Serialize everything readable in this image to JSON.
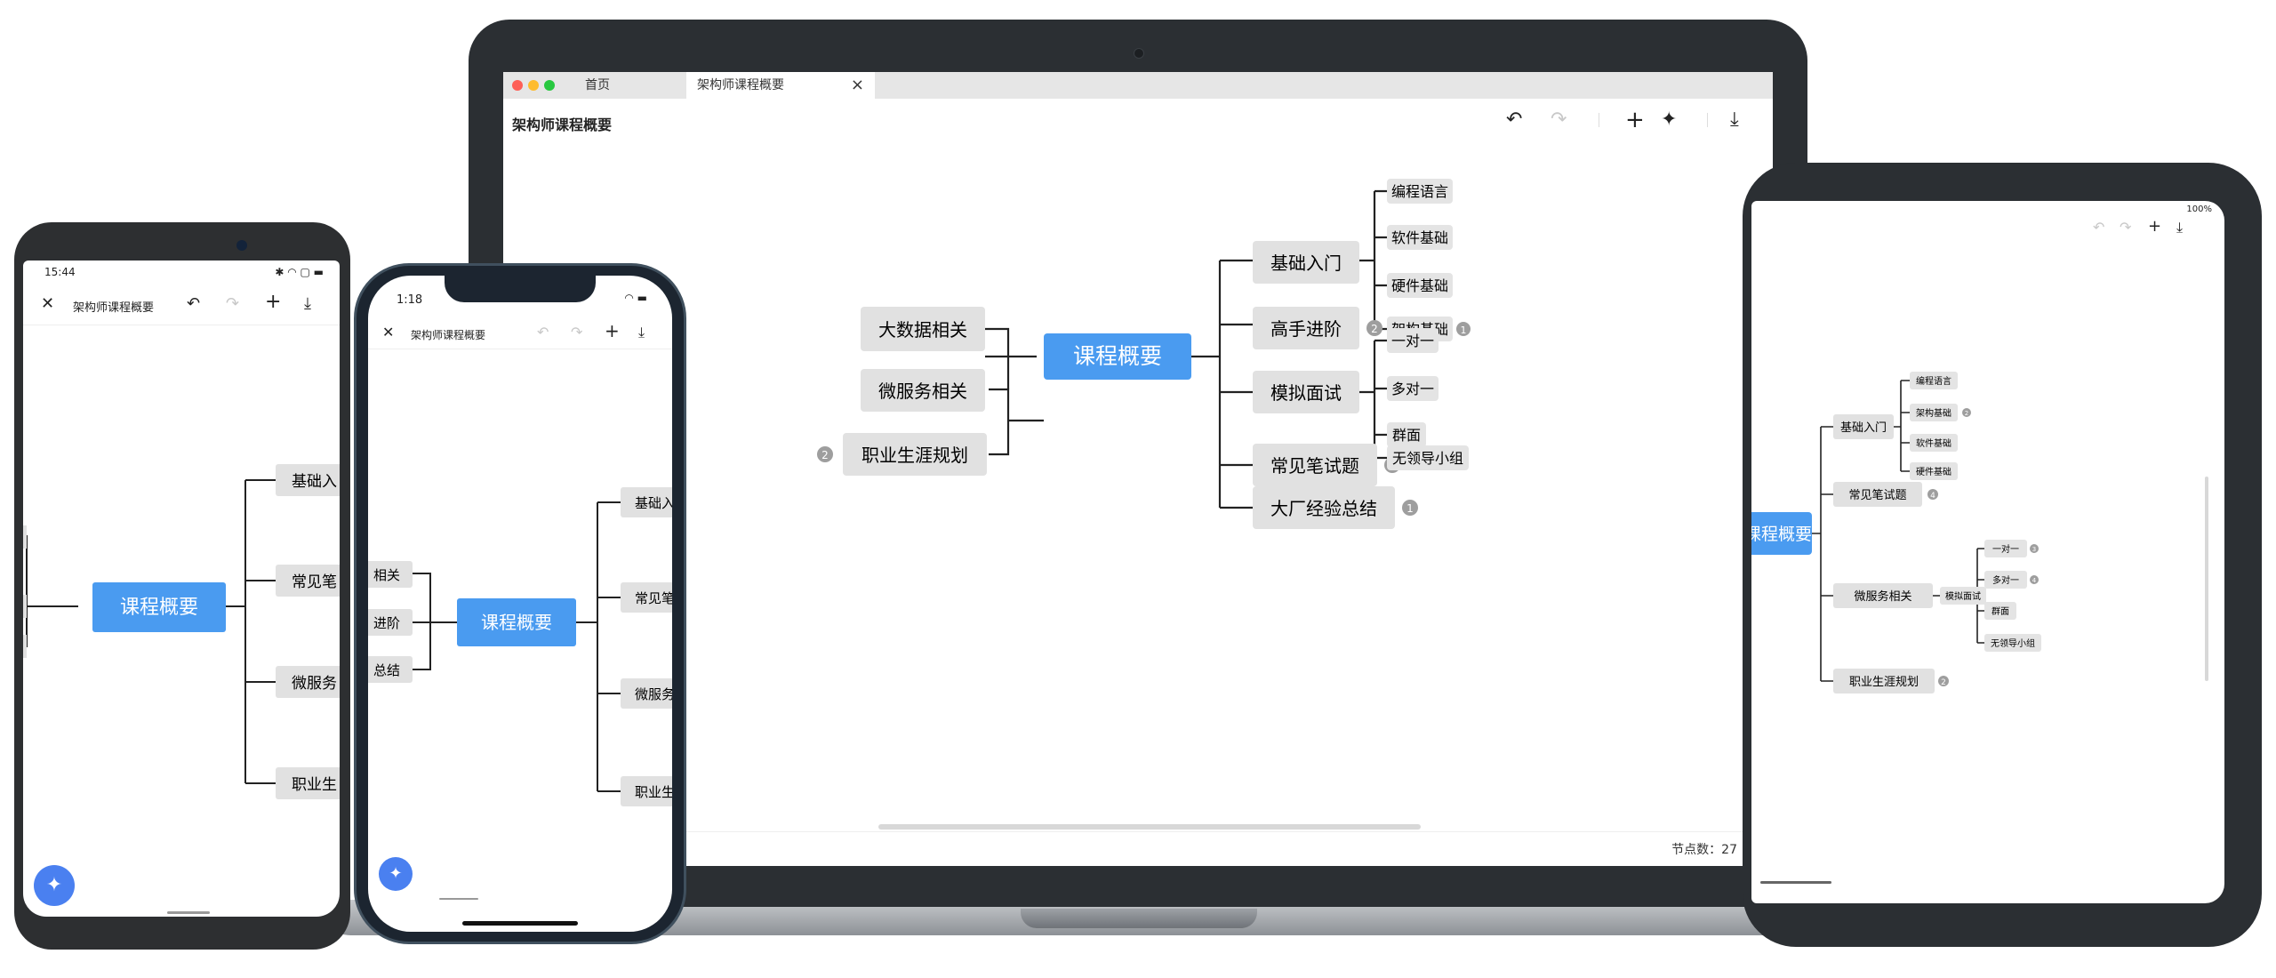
{
  "laptop": {
    "tabs": [
      {
        "label": "首页"
      },
      {
        "label": "架构师课程概要",
        "close": "×"
      }
    ],
    "title": "架构师课程概要",
    "toolbar": {
      "undo_icon": "↶",
      "redo_icon": "↷",
      "add_icon": "+",
      "magic_icon": "✦",
      "download_icon": "⤓"
    },
    "node_count_label": "节点数：",
    "node_count": "27",
    "locate_icon": "◎",
    "mindmap": {
      "root": "课程概要",
      "left": [
        {
          "label": "大数据相关"
        },
        {
          "label": "微服务相关"
        },
        {
          "label": "职业生涯规划",
          "badge": "2"
        }
      ],
      "right": [
        {
          "label": "基础入门",
          "children": [
            {
              "label": "编程语言"
            },
            {
              "label": "软件基础"
            },
            {
              "label": "硬件基础"
            },
            {
              "label": "架构基础",
              "badge": "1"
            }
          ]
        },
        {
          "label": "高手进阶",
          "badge": "2"
        },
        {
          "label": "模拟面试",
          "children": [
            {
              "label": "一对一"
            },
            {
              "label": "多对一"
            },
            {
              "label": "群面"
            },
            {
              "label": "无领导小组"
            }
          ]
        },
        {
          "label": "常见笔试题",
          "badge": "4"
        },
        {
          "label": "大厂经验总结",
          "badge": "1"
        }
      ]
    }
  },
  "tablet": {
    "status": "100%",
    "root": "课程概要",
    "branches": [
      {
        "label": "基础入门",
        "children": [
          {
            "label": "编程语言"
          },
          {
            "label": "架构基础",
            "badge": "2"
          },
          {
            "label": "软件基础"
          },
          {
            "label": "硬件基础"
          }
        ]
      },
      {
        "label": "常见笔试题",
        "badge": "4"
      },
      {
        "label": "微服务相关",
        "sub": "模拟面试",
        "children": [
          {
            "label": "一对一",
            "badge": "3"
          },
          {
            "label": "多对一",
            "badge": "4"
          },
          {
            "label": "群面"
          },
          {
            "label": "无领导小组"
          }
        ]
      },
      {
        "label": "职业生涯规划",
        "badge": "2"
      }
    ]
  },
  "android": {
    "time": "15:44",
    "title": "架构师课程概要",
    "root": "课程概要",
    "right": [
      "基础入",
      "常见笔",
      "微服务",
      "职业生"
    ],
    "close_icon": "✕",
    "fab_icon": "✦"
  },
  "iphone": {
    "time": "1:18",
    "title": "架构师课程概要",
    "root": "课程概要",
    "left": [
      "相关",
      "进阶",
      "总结"
    ],
    "right": [
      "基础入",
      "常见笔",
      "微服务",
      "职业生"
    ],
    "close_icon": "✕",
    "fab_icon": "✦"
  },
  "colors": {
    "root": "#4a9bf0",
    "node": "#e1e1e1",
    "badge": "#9e9e9e",
    "line": "#222222",
    "fab": "#4a80f0"
  }
}
